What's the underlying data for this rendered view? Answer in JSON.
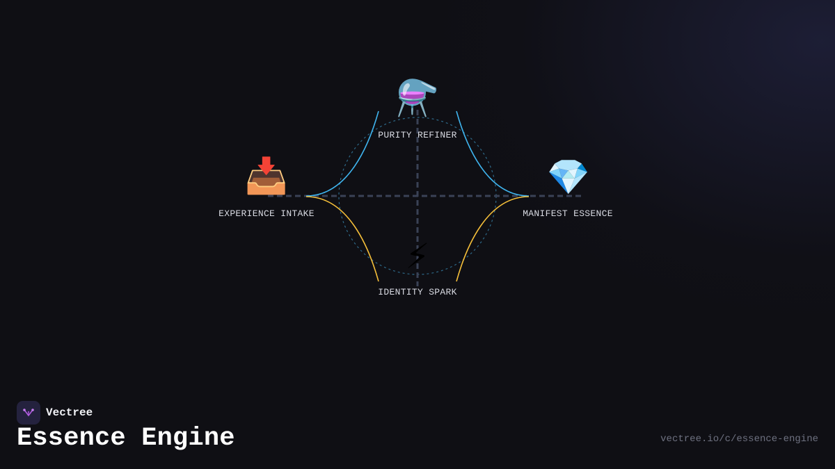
{
  "brand": {
    "name": "Vectree"
  },
  "page": {
    "title": "Essence Engine",
    "url": "vectree.io/c/essence-engine"
  },
  "nodes": [
    {
      "id": "intake",
      "label": "EXPERIENCE INTAKE",
      "icon": "inbox-tray-icon",
      "glyph": "📥"
    },
    {
      "id": "refiner",
      "label": "PURITY REFINER",
      "icon": "flask-icon",
      "glyph": "⚗️"
    },
    {
      "id": "essence",
      "label": "MANIFEST ESSENCE",
      "icon": "gem-icon",
      "glyph": "💎"
    },
    {
      "id": "spark",
      "label": "IDENTITY SPARK",
      "icon": "lightning-icon",
      "glyph": "⚡"
    }
  ],
  "colors": {
    "upper_flow": "#3fb4ee",
    "lower_flow": "#f5bf3a",
    "axis": "#3a4256",
    "ring": "#2e6a8a",
    "logo_accent": "#b15ce0"
  }
}
